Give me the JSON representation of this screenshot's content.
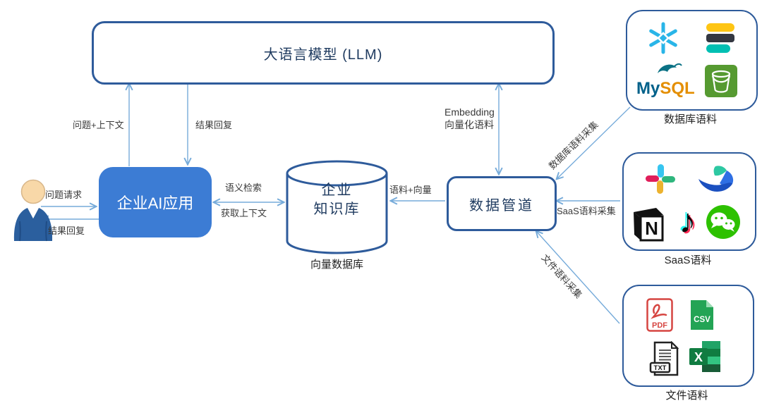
{
  "llm": {
    "label": "大语言模型 (LLM)"
  },
  "app": {
    "label": "企业AI应用"
  },
  "pipeline": {
    "label": "数据管道"
  },
  "kb": {
    "line1": "企业",
    "line2": "知识库",
    "caption": "向量数据库"
  },
  "user_flow": {
    "request": "问题请求",
    "reply": "结果回复"
  },
  "app_llm": {
    "question_context": "问题+上下文",
    "result_reply": "结果回复"
  },
  "kb_app": {
    "semantic_search": "语义检索",
    "get_context": "获取上下文"
  },
  "pipeline_kb": {
    "label": "语料+向量"
  },
  "embedding": {
    "line1": "Embedding",
    "line2": "向量化语料"
  },
  "collect": {
    "db": "数据库语料采集",
    "saas": "SaaS语料采集",
    "file": "文件语料采集"
  },
  "db_source": {
    "caption": "数据库语料",
    "icons": [
      "snowflake",
      "elasticsearch",
      "mysql",
      "amazon-s3-bucket"
    ],
    "mysql_my": "My",
    "mysql_sql": "SQL"
  },
  "saas_source": {
    "caption": "SaaS语料",
    "icons": [
      "slack",
      "lark-feishu",
      "notion",
      "tiktok",
      "wechat"
    ],
    "notion_letter": "N",
    "tiktok_note": "♪"
  },
  "file_source": {
    "caption": "文件语料",
    "icons": [
      "pdf",
      "csv",
      "txt",
      "excel"
    ],
    "pdf": "PDF",
    "csv": "CSV",
    "txt": "TXT",
    "excel_letter": "X"
  },
  "colors": {
    "box_border": "#2e5b9b",
    "arrow": "#76abda",
    "app_fill": "#3c7cd4",
    "title_text": "#1e3a5f"
  }
}
